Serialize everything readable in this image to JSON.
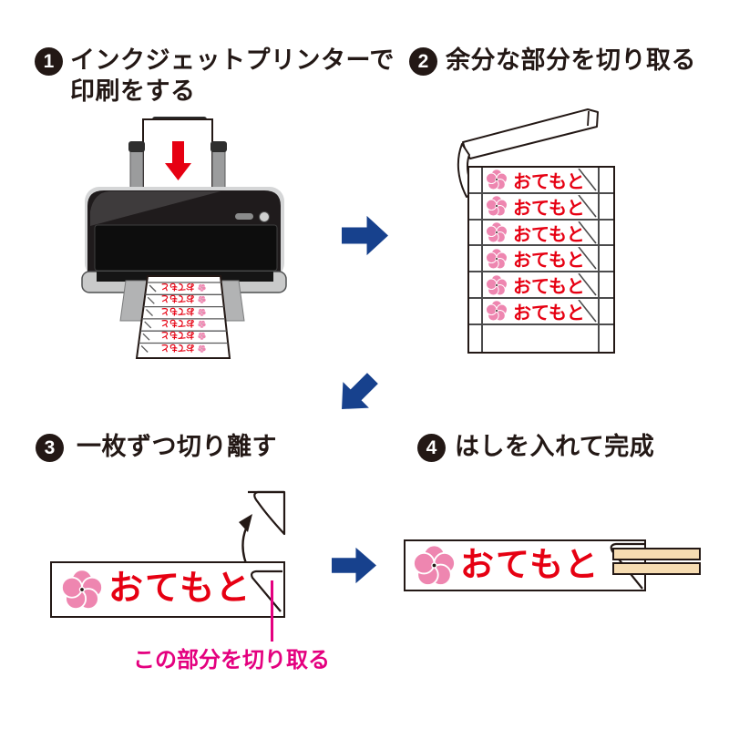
{
  "steps": [
    {
      "number": "1",
      "title_line1": "インクジェットプリンターで",
      "title_line2": "印刷をする"
    },
    {
      "number": "2",
      "title_line1": "余分な部分を切り取る"
    },
    {
      "number": "3",
      "title_line1": "一枚ずつ切り離す"
    },
    {
      "number": "4",
      "title_line1": "はしを入れて完成"
    }
  ],
  "label": {
    "text": "おてもと"
  },
  "sheet": {
    "rows": 6
  },
  "printer_output": {
    "rows": 6
  },
  "annotation": {
    "text": "この部分を切り取る"
  },
  "icons": {
    "flower": "plum-blossom-icon",
    "paper_feed": "red-down-arrow-icon",
    "flow": "blue-flow-arrow-icon"
  },
  "colors": {
    "text_black": "#231815",
    "label_red": "#e60012",
    "flower_pink": "#ee86b0",
    "arrow_blue": "#17418d",
    "annotation_magenta": "#e4007f",
    "chopstick_tan": "#f6dcb2",
    "line_gray": "#4b4b4c"
  }
}
